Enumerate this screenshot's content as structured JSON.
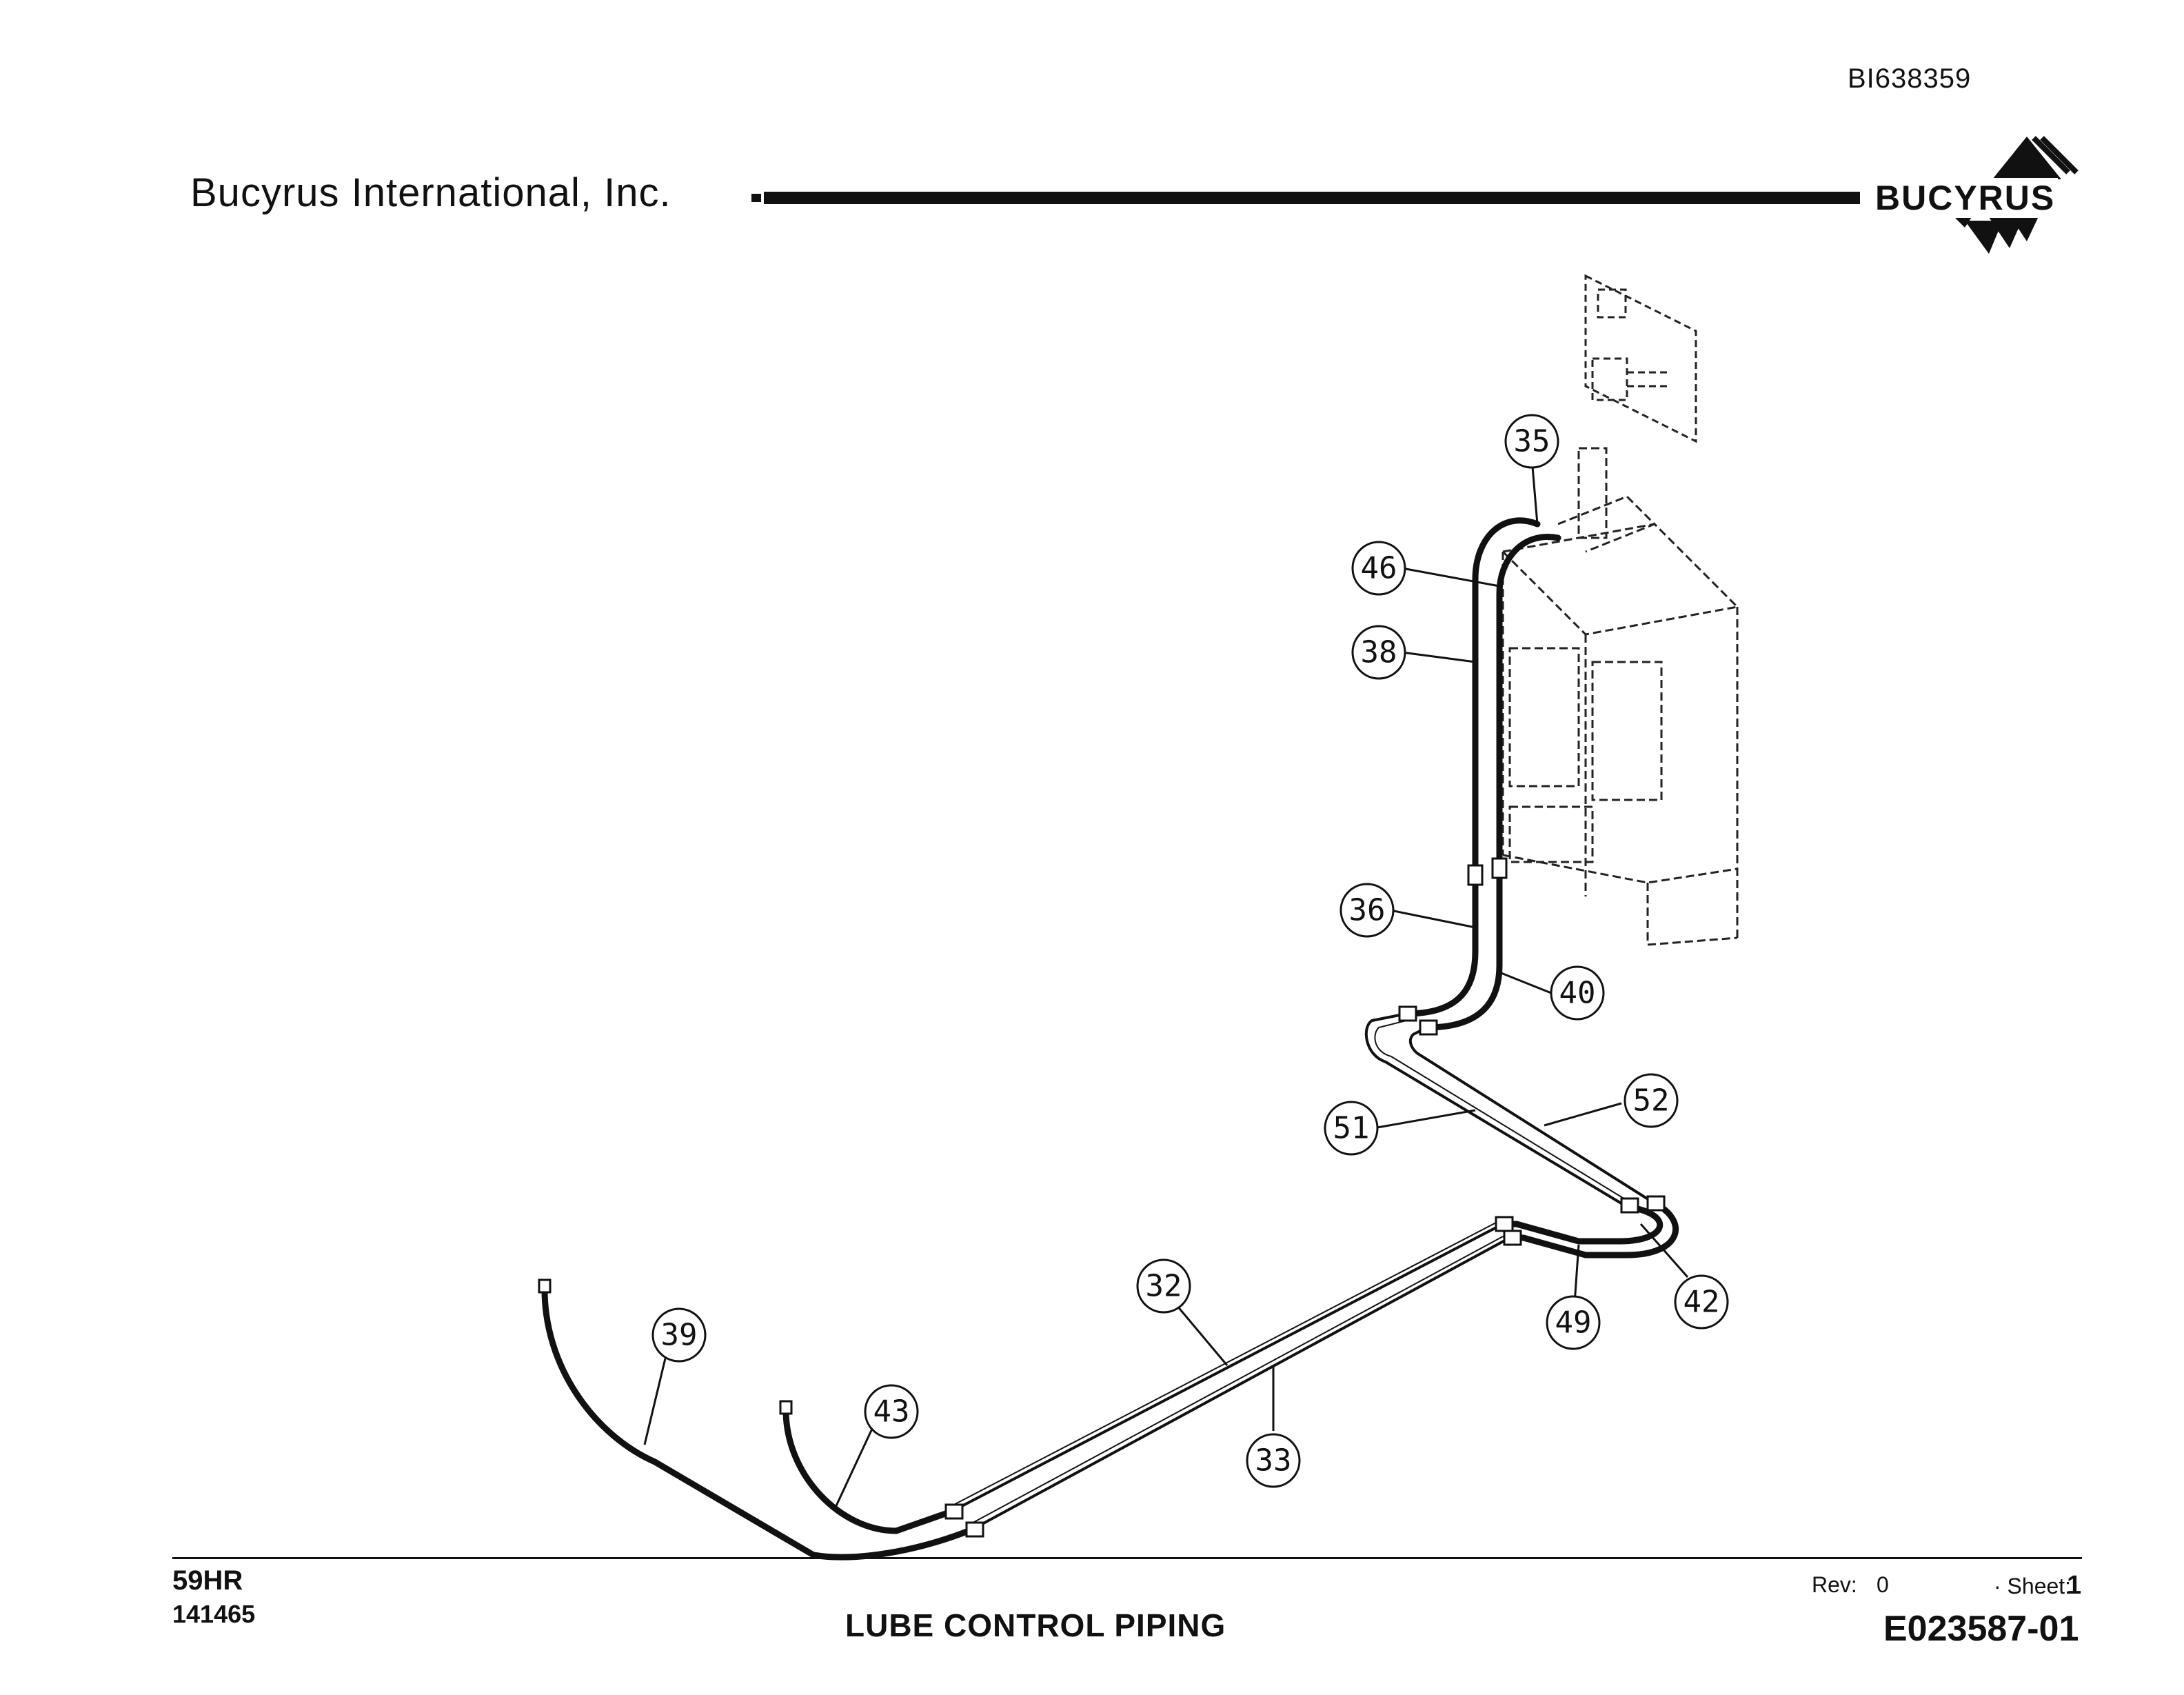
{
  "header": {
    "doc_id": "BI638359",
    "company": "Bucyrus International, Inc.",
    "logo_text": "BUCYRUS"
  },
  "callouts": [
    {
      "label": "35"
    },
    {
      "label": "46"
    },
    {
      "label": "38"
    },
    {
      "label": "36"
    },
    {
      "label": "40"
    },
    {
      "label": "52"
    },
    {
      "label": "51"
    },
    {
      "label": "32"
    },
    {
      "label": "49"
    },
    {
      "label": "42"
    },
    {
      "label": "39"
    },
    {
      "label": "43"
    },
    {
      "label": "33"
    }
  ],
  "footer": {
    "model": "59HR",
    "serial": "141465",
    "title": "LUBE CONTROL PIPING",
    "rev_label": "Rev:",
    "rev_value": "0",
    "sheet_label": "· Sheet:",
    "sheet_value": "1",
    "drawing_number": "E023587-01"
  }
}
